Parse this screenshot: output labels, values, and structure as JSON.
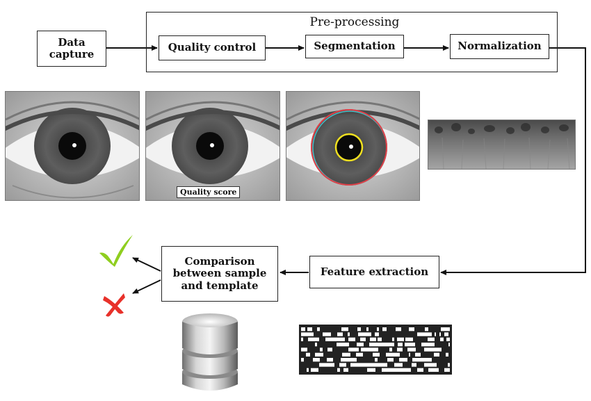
{
  "nodes": {
    "data_capture": "Data\ncapture",
    "preprocessing_title": "Pre-processing",
    "quality_control": "Quality control",
    "segmentation": "Segmentation",
    "normalization": "Normalization",
    "feature_extraction": "Feature extraction",
    "comparison": "Comparison\nbetween sample\nand template"
  },
  "images": {
    "quality_caption": "Quality score"
  },
  "colors": {
    "accept": "#8fce1f",
    "reject": "#e8312a",
    "pupil_circle": "#f0e020",
    "iris_circle": "#e04048",
    "iris_circle_alt": "#40c0c8"
  },
  "icons": {
    "accept": "checkmark-icon",
    "reject": "cross-icon",
    "database": "database-icon",
    "template": "barcode-template"
  }
}
